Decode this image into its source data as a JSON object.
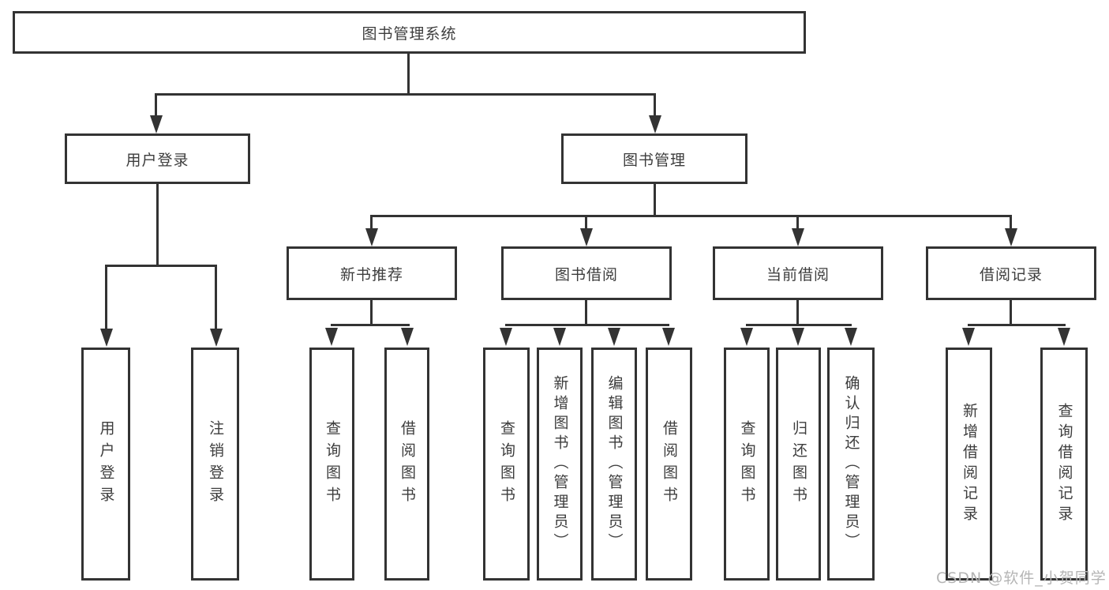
{
  "diagram": {
    "root": {
      "label": "图书管理系统"
    },
    "branches": {
      "user_login": {
        "label": "用户登录"
      },
      "book_management": {
        "label": "图书管理"
      }
    },
    "modules": {
      "new_book_recommend": {
        "label": "新书推荐"
      },
      "book_borrow": {
        "label": "图书借阅"
      },
      "current_borrow": {
        "label": "当前借阅"
      },
      "borrow_records": {
        "label": "借阅记录"
      }
    },
    "leaves": {
      "user_login": {
        "label": "用户登录"
      },
      "logout": {
        "label": "注销登录"
      },
      "rec_query_books": {
        "label": "查询图书"
      },
      "rec_borrow_books": {
        "label": "借阅图书"
      },
      "bb_query_books": {
        "label": "查询图书"
      },
      "bb_add_books": {
        "label": "新增图书（管理员）"
      },
      "bb_edit_books": {
        "label": "编辑图书（管理员）"
      },
      "bb_borrow_books": {
        "label": "借阅图书"
      },
      "cb_query_books": {
        "label": "查询图书"
      },
      "cb_return_books": {
        "label": "归还图书"
      },
      "cb_confirm_return": {
        "label": "确认归还（管理员）"
      },
      "br_add_record": {
        "label": "新增借阅记录"
      },
      "br_query_record": {
        "label": "查询借阅记录"
      }
    }
  },
  "watermark": {
    "text": "CSDN @软件_小贺同学"
  },
  "colors": {
    "stroke": "#333333",
    "text": "#3d3d3d",
    "watermark_text": "#b5b5b5",
    "background": "#ffffff"
  }
}
